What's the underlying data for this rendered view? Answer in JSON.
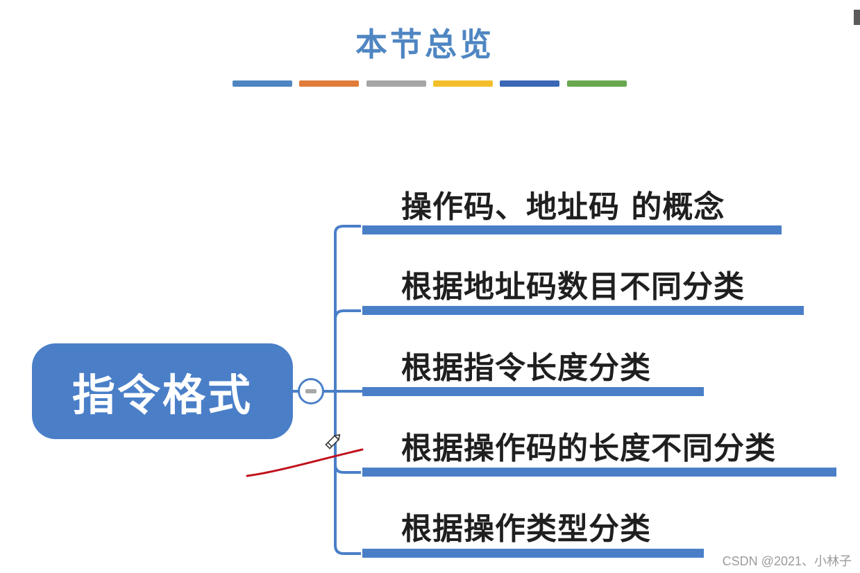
{
  "slide": {
    "title": "本节总览",
    "title_color": "#4f86c2",
    "accent_bar_colors": [
      "#4f86c2",
      "#e07b3a",
      "#a5a5a5",
      "#f2bf2a",
      "#3a67b5",
      "#6aa84f"
    ]
  },
  "mindmap": {
    "root": "指令格式",
    "root_color": "#4a7fc8",
    "branch_color": "#4a7fc8",
    "collapse_icon": "minus-circle-icon",
    "children": [
      "操作码、地址码 的概念",
      "根据地址码数目不同分类",
      "根据指令长度分类",
      "根据操作码的长度不同分类",
      "根据操作类型分类"
    ]
  },
  "annotation": {
    "pen_icon": "pencil-icon",
    "ink_color": "#c0111c"
  },
  "watermark": "CSDN @2021、小林子"
}
